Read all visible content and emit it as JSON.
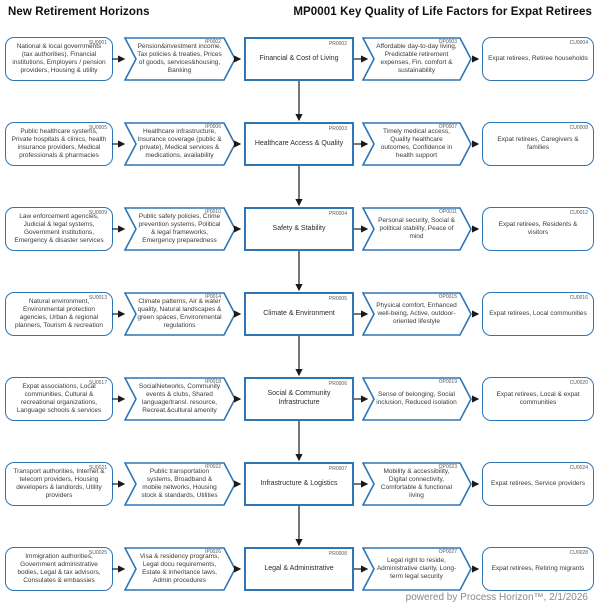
{
  "header": {
    "left_title": "New Retirement Horizons",
    "right_title": "MP0001 Key Quality of Life Factors for Expat Retirees"
  },
  "footer": {
    "text": "powered by Process Horizon™, 2/1/2026"
  },
  "colors": {
    "accent_blue": "#2E75B6",
    "box_text": "#3A3A3A",
    "arrow": "#1A1A1A",
    "footer_gray": "#8A8A8A"
  },
  "rows": [
    {
      "supplier": {
        "id": "SU0001",
        "text": "National & local governments (tax authorities), Financial institutions, Employers / pension providers, Housing & utility"
      },
      "input": {
        "id": "IP0002",
        "text": "Pension&investment income, Tax policies & treaties, Prices of goods, services&housing, Banking"
      },
      "process": {
        "id": "PR0002",
        "text": "Financial & Cost of Living"
      },
      "output": {
        "id": "OP0003",
        "text": "Affordable day-to-day living, Predictable retirement expenses, Fin. comfort & sustainability"
      },
      "customer": {
        "id": "CU0004",
        "text": "Expat retirees, Retiree households"
      }
    },
    {
      "supplier": {
        "id": "SU0005",
        "text": "Public healthcare systems, Private hospitals & clinics, health insurance providers, Medical professionals & pharmacies"
      },
      "input": {
        "id": "IP0006",
        "text": "Healthcare infrastructure, Insurance coverage (public & private), Medical services & medications, availability"
      },
      "process": {
        "id": "PR0003",
        "text": "Healthcare Access & Quality"
      },
      "output": {
        "id": "OP0007",
        "text": "Timely medical access, Quality healthcare outcomes, Confidence in health support"
      },
      "customer": {
        "id": "CU0008",
        "text": "Expat retirees, Caregivers & families"
      }
    },
    {
      "supplier": {
        "id": "SU0009",
        "text": "Law enforcement agencies, Judicial & legal systems, Government institutions, Emergency & disaster services"
      },
      "input": {
        "id": "IP0010",
        "text": "Public safety policies, Crime prevention systems, Political & legal frameworks, Emergency preparedness"
      },
      "process": {
        "id": "PR0004",
        "text": "Safety & Stability"
      },
      "output": {
        "id": "OP0011",
        "text": "Personal security, Social & political stability, Peace of mind"
      },
      "customer": {
        "id": "CU0012",
        "text": "Expat retirees, Residents & visitors"
      }
    },
    {
      "supplier": {
        "id": "SU0013",
        "text": "Natural environment, Environmental protection agencies, Urban & regional planners, Tourism & recreation"
      },
      "input": {
        "id": "IP0014",
        "text": "Climate patterns, Air & water quality, Natural landscapes & green spaces, Environmental regulations"
      },
      "process": {
        "id": "PR0005",
        "text": "Climate & Environment"
      },
      "output": {
        "id": "OP0015",
        "text": "Physical comfort, Enhanced well-being, Active, outdoor-oriented lifestyle"
      },
      "customer": {
        "id": "CU0016",
        "text": "Expat retirees, Local communities"
      }
    },
    {
      "supplier": {
        "id": "SU0017",
        "text": "Expat associations, Local communities, Cultural & recreational organizations, Language schools & services"
      },
      "input": {
        "id": "IP0018",
        "text": "SocialNetworks, Community events & clubs, Shared language/transl. resource, Recreat.&cultural amenity"
      },
      "process": {
        "id": "PR0006",
        "text": "Social & Community Infrastructure"
      },
      "output": {
        "id": "OP0019",
        "text": "Sense of belonging, Social inclusion, Reduced isolation"
      },
      "customer": {
        "id": "CU0020",
        "text": "Expat retirees, Local & expat communities"
      }
    },
    {
      "supplier": {
        "id": "SU0021",
        "text": "Transport authorities, Internet & telecom providers, Housing developers & landlords, Utility providers"
      },
      "input": {
        "id": "IP0022",
        "text": "Public transportation systems, Broadband & mobile networks, Housing stock & standards, Utilities"
      },
      "process": {
        "id": "PR0007",
        "text": "Infrastructure & Logistics"
      },
      "output": {
        "id": "OP0023",
        "text": "Mobility & accessibility, Digital connectivity, Comfortable & functional living"
      },
      "customer": {
        "id": "CU0024",
        "text": "Expat retirees, Service providers"
      }
    },
    {
      "supplier": {
        "id": "SU0025",
        "text": "Immigration authorities, Government administrative bodies, Legal & tax advisors, Consulates & embassies"
      },
      "input": {
        "id": "IP0026",
        "text": "Visa & residency programs, Legal docu requirements, Estate & inheritance laws, Admin procedures"
      },
      "process": {
        "id": "PR0008",
        "text": "Legal & Administrative"
      },
      "output": {
        "id": "OP0027",
        "text": "Legal right to reside, Administrative clarity, Long-term legal security"
      },
      "customer": {
        "id": "CU0028",
        "text": "Expat retirees, Retiring migrants"
      }
    }
  ]
}
